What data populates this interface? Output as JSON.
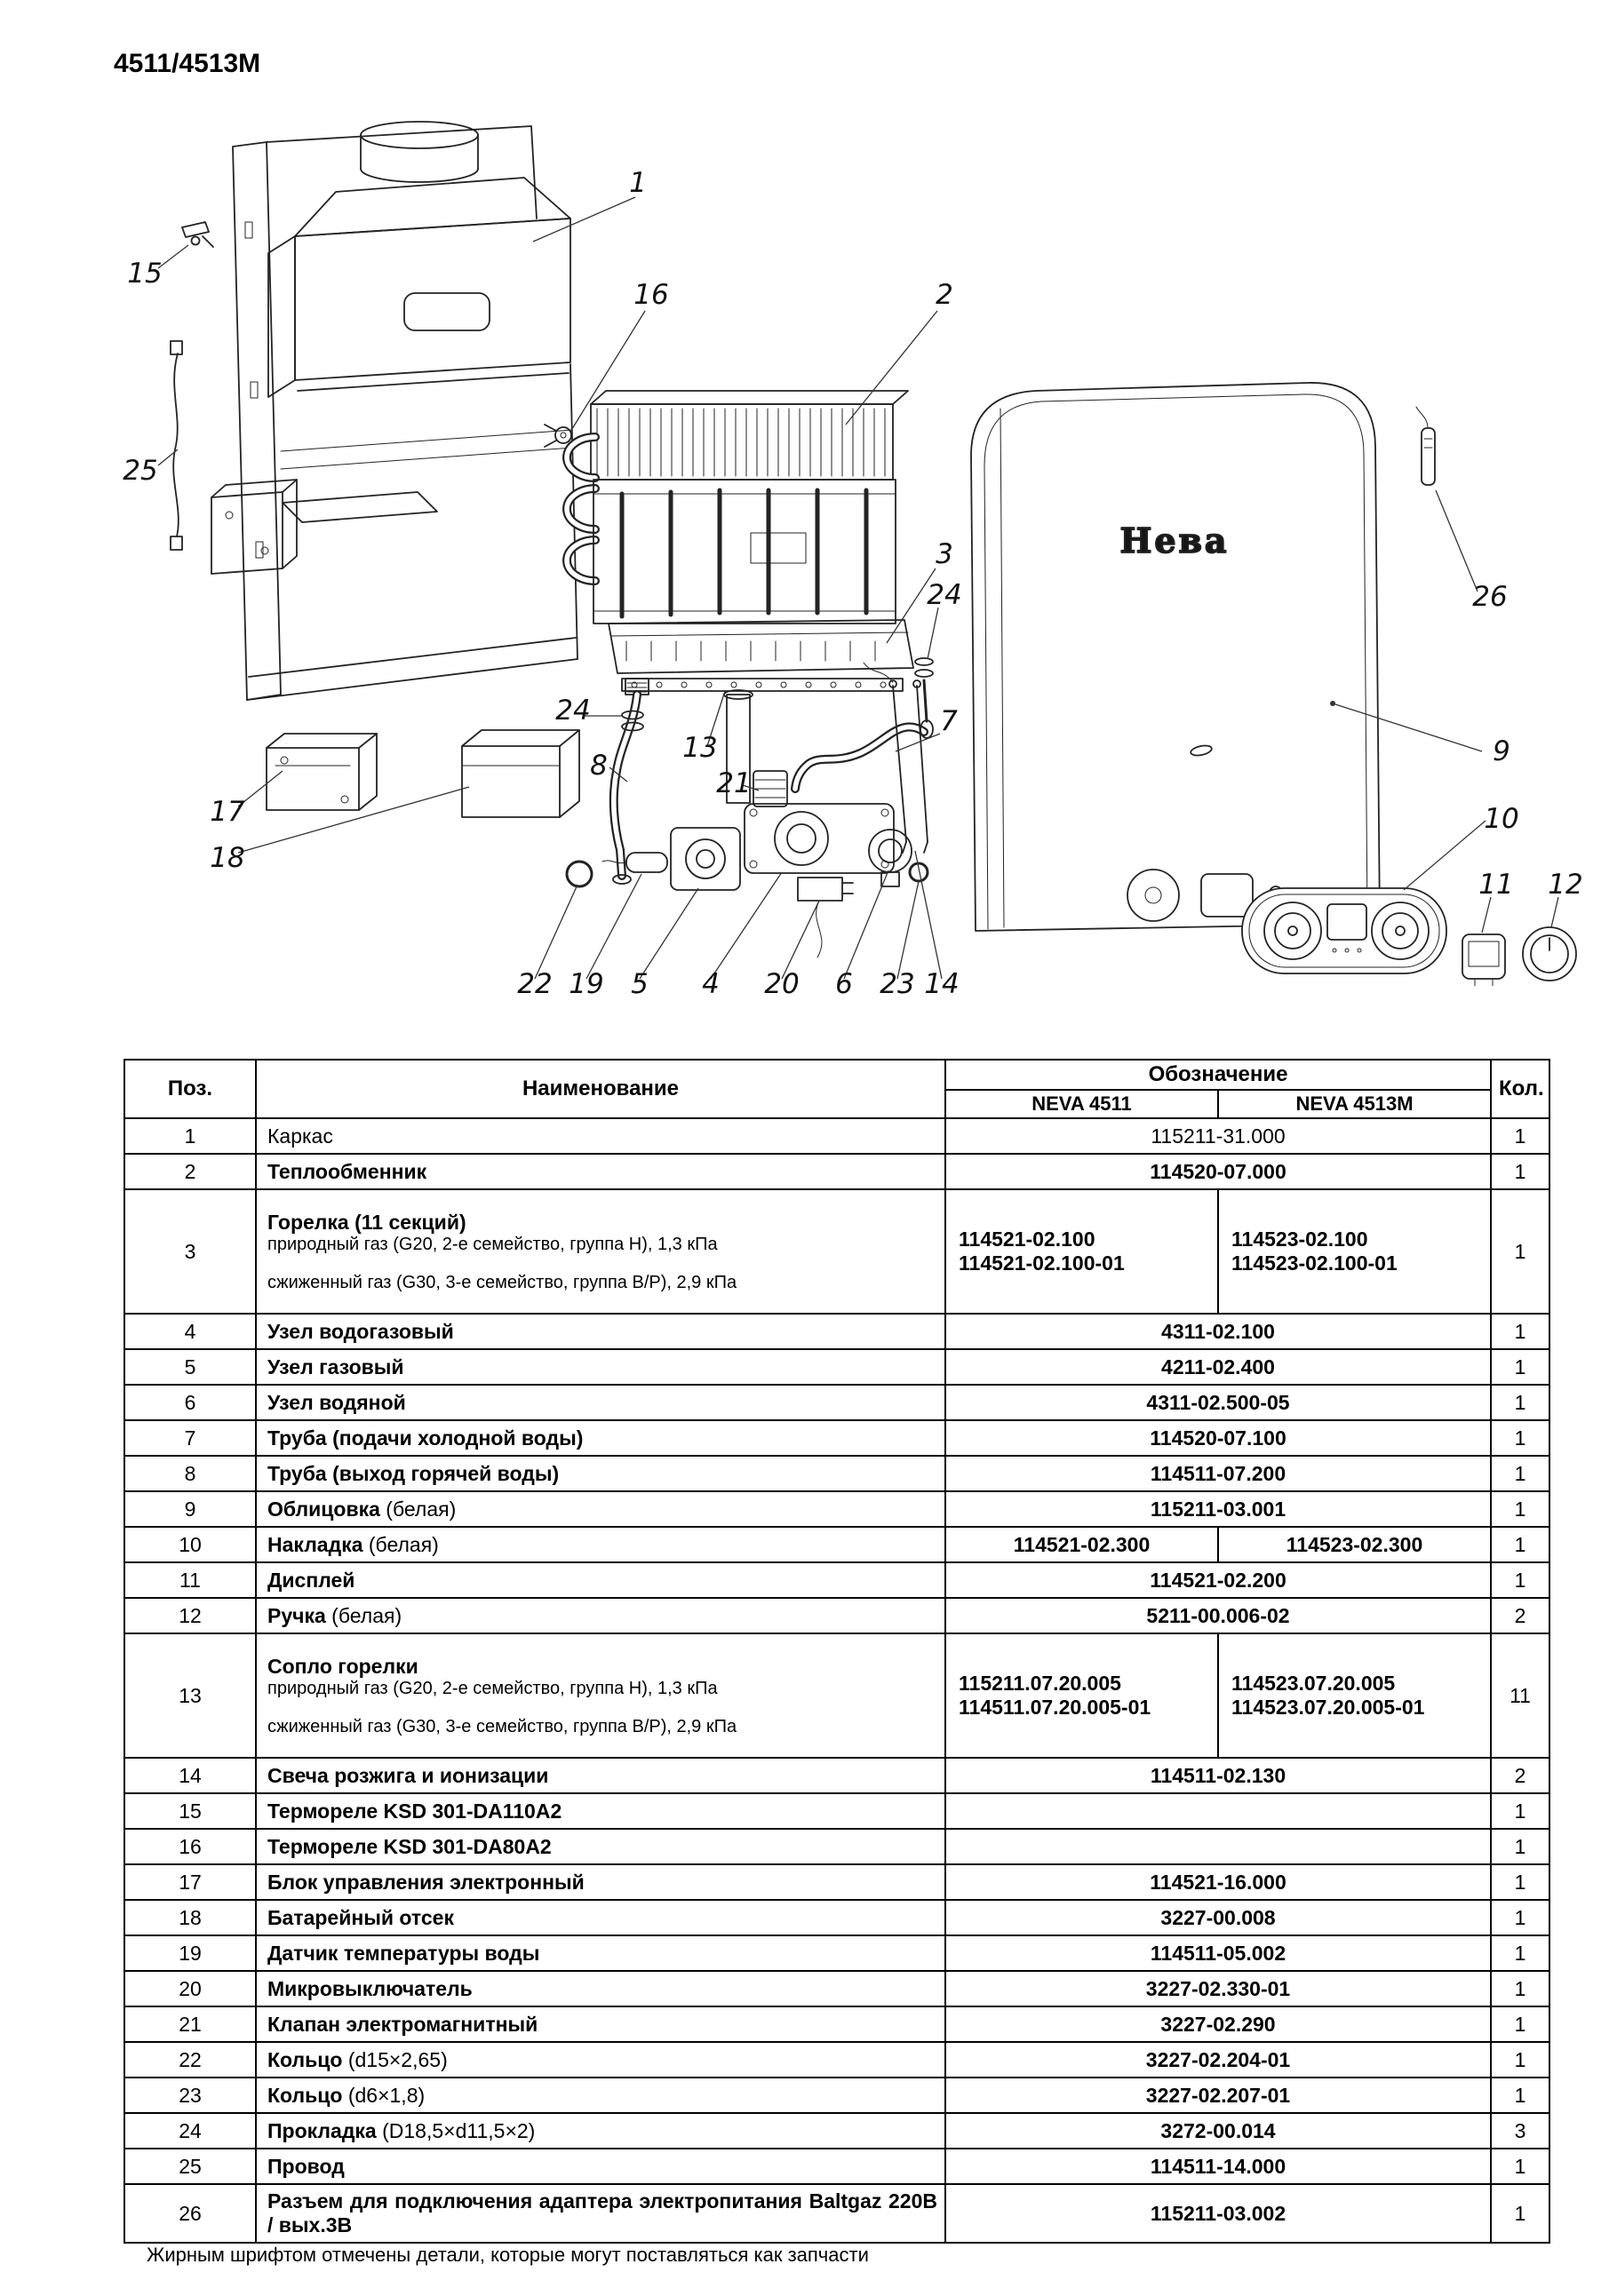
{
  "page": {
    "title": "4511/4513М",
    "footnote": "Жирным шрифтом отмечены детали, которые могут поставляться как запчасти"
  },
  "diagram": {
    "brand": "Нева",
    "callouts": [
      "1",
      "2",
      "3",
      "4",
      "5",
      "6",
      "7",
      "8",
      "9",
      "10",
      "11",
      "12",
      "13",
      "14",
      "15",
      "16",
      "17",
      "18",
      "19",
      "20",
      "21",
      "22",
      "23",
      "24",
      "25",
      "26"
    ]
  },
  "table": {
    "headers": {
      "pos": "Поз.",
      "name": "Наименование",
      "designation": "Обозначение",
      "model_a": "NEVA 4511",
      "model_b": "NEVA 4513M",
      "qty": "Кол."
    },
    "rows": [
      {
        "pos": "1",
        "name": "Каркас",
        "des": "115211-31.000",
        "qty": "1"
      },
      {
        "pos": "2",
        "name": "Теплообменник",
        "des": "114520-07.000",
        "qty": "1"
      },
      {
        "pos": "3",
        "name": "Горелка (11 секций)",
        "sub1": "природный газ (G20, 2-е семейство, группа H), 1,3 кПа",
        "sub2": "сжиженный газ (G30, 3-е семейство, группа B/P), 2,9 кПа",
        "des_a1": "114521-02.100",
        "des_a2": "114521-02.100-01",
        "des_b1": "114523-02.100",
        "des_b2": "114523-02.100-01",
        "qty": "1"
      },
      {
        "pos": "4",
        "name": "Узел водогазовый",
        "des": "4311-02.100",
        "qty": "1"
      },
      {
        "pos": "5",
        "name": "Узел газовый",
        "des": "4211-02.400",
        "qty": "1"
      },
      {
        "pos": "6",
        "name": "Узел водяной",
        "des": "4311-02.500-05",
        "qty": "1"
      },
      {
        "pos": "7",
        "name": "Труба (подачи холодной воды)",
        "des": "114520-07.100",
        "qty": "1"
      },
      {
        "pos": "8",
        "name": "Труба (выход горячей воды)",
        "des": "114511-07.200",
        "qty": "1"
      },
      {
        "pos": "9",
        "name": "Облицовка",
        "suffix": " (белая)",
        "des": "115211-03.001",
        "qty": "1"
      },
      {
        "pos": "10",
        "name": "Накладка",
        "suffix": " (белая)",
        "des_a": "114521-02.300",
        "des_b": "114523-02.300",
        "qty": "1"
      },
      {
        "pos": "11",
        "name": "Дисплей",
        "des": "114521-02.200",
        "qty": "1"
      },
      {
        "pos": "12",
        "name": "Ручка",
        "suffix": " (белая)",
        "des": "5211-00.006-02",
        "qty": "2"
      },
      {
        "pos": "13",
        "name": "Сопло горелки",
        "sub1": "природный газ (G20, 2-е семейство, группа H), 1,3 кПа",
        "sub2": "сжиженный газ (G30, 3-е семейство, группа B/P), 2,9 кПа",
        "des_a1": "115211.07.20.005",
        "des_a2": "114511.07.20.005-01",
        "des_b1": "114523.07.20.005",
        "des_b2": "114523.07.20.005-01",
        "qty": "11"
      },
      {
        "pos": "14",
        "name": "Свеча розжига и ионизации",
        "des": "114511-02.130",
        "qty": "2"
      },
      {
        "pos": "15",
        "name": "Термореле KSD 301-DA110A2",
        "des": "",
        "qty": "1"
      },
      {
        "pos": "16",
        "name": "Термореле KSD 301-DA80A2",
        "des": "",
        "qty": "1"
      },
      {
        "pos": "17",
        "name": "Блок управления электронный",
        "des": "114521-16.000",
        "qty": "1"
      },
      {
        "pos": "18",
        "name": "Батарейный отсек",
        "des": "3227-00.008",
        "qty": "1"
      },
      {
        "pos": "19",
        "name": "Датчик температуры воды",
        "des": "114511-05.002",
        "qty": "1"
      },
      {
        "pos": "20",
        "name": "Микровыключатель",
        "des": "3227-02.330-01",
        "qty": "1"
      },
      {
        "pos": "21",
        "name": "Клапан электромагнитный",
        "des": "3227-02.290",
        "qty": "1"
      },
      {
        "pos": "22",
        "name": "Кольцо",
        "suffix": " (d15×2,65)",
        "des": "3227-02.204-01",
        "qty": "1"
      },
      {
        "pos": "23",
        "name": "Кольцо",
        "suffix": " (d6×1,8)",
        "des": "3227-02.207-01",
        "qty": "1"
      },
      {
        "pos": "24",
        "name": "Прокладка",
        "suffix": " (D18,5×d11,5×2)",
        "des": "3272-00.014",
        "qty": "3"
      },
      {
        "pos": "25",
        "name": "Провод",
        "des": "114511-14.000",
        "qty": "1"
      },
      {
        "pos": "26",
        "name": "Разъем для подключения адаптера электропитания Baltgaz 220В / вых.3В",
        "des": "115211-03.002",
        "qty": "1"
      }
    ]
  }
}
